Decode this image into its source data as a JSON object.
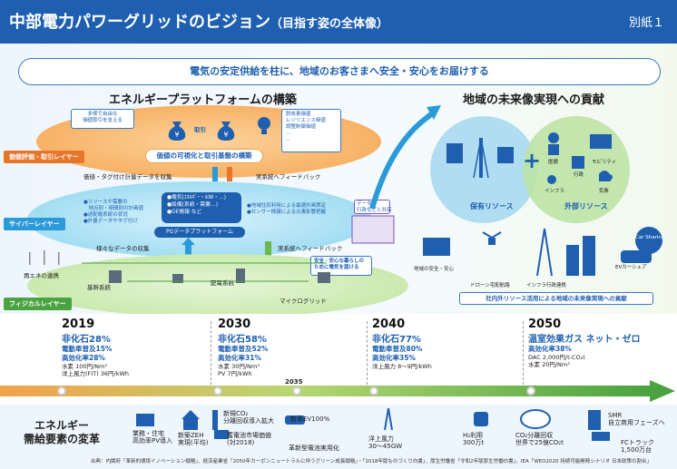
{
  "header": {
    "title": "中部電力パワーグリッドのビジョン",
    "subtitle": "（目指す姿の全体像）",
    "tag": "別紙１"
  },
  "banner": "電気の安定供給を柱に、地域のお客さまへ安全・安心をお届けする",
  "left": {
    "title": "エネルギープラットフォームの構築",
    "layers": {
      "value": "価値評価・取引レイヤー",
      "cyber": "サイバーレイヤー",
      "physical": "フィジカルレイヤー"
    },
    "value_top": {
      "needs": "多様で自由な\n価値取引を支える",
      "trade": "取引",
      "services": "脱炭素価値\nレジリエンス価値\n調整制御価値\n…\n…",
      "core": "価値の可視化と取引基盤の構築"
    },
    "cyber_notes": {
      "data_measure": "価値・タグ付け計量データを収集",
      "feedback_top": "実系統へフィードバック",
      "left_list": "●リソースや需要の\n　地点別・時間別の計画値\n●送配電系統の状況\n●計量データやタグ付け",
      "right_list": "●地域住民利用による最適計画策定\n●センサー情報による災害影響把握",
      "core_list": "●電気(ｴﾈﾙｷﾞｰ・kW・…)\n●設備(系統・需要…)\n●OE情報 など",
      "platform": "PGデータプラットフォーム",
      "data_box": "データを\n行政などと共有",
      "collect": "様々なデータの収集",
      "feedback_bottom": "実系統へフィードバック"
    },
    "physical": {
      "renew": "再エネの連携",
      "grid": "基幹系統",
      "distribution": "配電系統",
      "micro": "マイクログリッド",
      "safe": "安全・安心な暮らしの\nために電気を届ける"
    }
  },
  "right": {
    "title": "地域の未来像実現への貢献",
    "owned": "保有リソース",
    "external": "外部リソース",
    "ext_items": [
      "医療",
      "モビリティ",
      "行政",
      "インフラ",
      "気象"
    ],
    "bottom_items": [
      "地域の安全・安心",
      "ドローン宅配航路",
      "インフラ行政連携",
      "EVカーシェア"
    ],
    "car_share": "Car Sharing",
    "note": "社内外リソース活用による地域の未来像実現への貢献"
  },
  "timeline": {
    "year_2035": "2035",
    "milestones": [
      {
        "year": "2019",
        "main": "非化石28%",
        "ev": "電動車普及15%",
        "eff": "高効化率28%",
        "h2": "水素 100円/Nm³",
        "wind": "洋上風力(FIT) 36円/kWh"
      },
      {
        "year": "2030",
        "main": "非化石58%",
        "ev": "電動車普及52%",
        "eff": "高効化率31%",
        "h2": "水素 30円/Nm³",
        "wind": "PV 7円/kWh"
      },
      {
        "year": "2040",
        "main": "非化石77%",
        "ev": "電動車普及80%",
        "eff": "高効化率35%",
        "h2": "",
        "wind": "洋上風力 8〜9円/kWh"
      },
      {
        "year": "2050",
        "main": "温室効果ガス ネット・ゼロ",
        "ev": "高効化率38%",
        "eff": "",
        "h2": "DAC 2,000円/t-CO₂t",
        "wind": "水素 20円/Nm³"
      }
    ]
  },
  "demand": {
    "title_line1": "エネルギー",
    "title_line2": "需給要素の変革",
    "items": [
      "業務・住宅\n高効率PV導入",
      "新築ZEH\n実現(平均)",
      "新規CO₂\n分離回収導入拡大",
      "蓄電池市場価値\n(対2018)",
      "新車EV100%",
      "革新型電池実用化",
      "洋上風力\n30〜45GW",
      "H₂利用\n300万t",
      "CO₂分離回収\n世界で25億CO₂t",
      "SMR\n自立商用フェーズへ",
      "FCトラック\n1,500万台"
    ]
  },
  "source": "出典：内閣府「革新的環境イノベーション戦略」、経済産業省「2050年カーボンニュートラルに伴うグリーン成長戦略」・「2018年版ものづくり白書」、厚生労働省「令和2年版厚生労働白書」、IEA「WEO2020 持続可能開発シナリオ 日本政策の割合」",
  "colors": {
    "brand": "#1e5fb0",
    "orange": "#f4a14a",
    "cyan": "#7fd0ea",
    "green": "#b9e09a",
    "timeline": "#7cc576"
  },
  "icons": [
    "yen-bag-icon",
    "lightbulb-icon",
    "hospital-icon",
    "factory-icon",
    "person-icon",
    "drone-icon",
    "pylon-icon",
    "car-icon",
    "solar-icon",
    "house-icon",
    "battery-icon",
    "wind-icon",
    "h2-icon",
    "co2-icon",
    "truck-icon"
  ]
}
